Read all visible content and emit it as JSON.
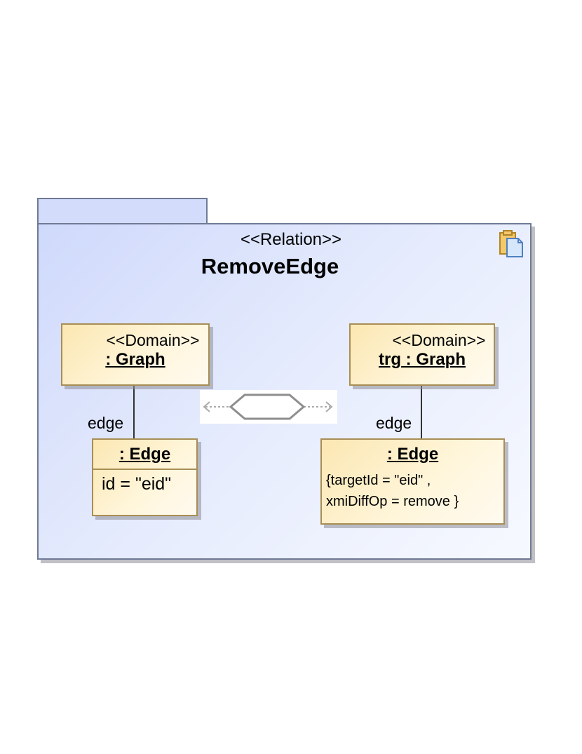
{
  "relation": {
    "stereotype": "<<Relation>>",
    "name": "RemoveEdge"
  },
  "domains": [
    {
      "stereotype": "<<Domain>>",
      "name": ": Graph"
    },
    {
      "stereotype": "<<Domain>>",
      "name": "trg : Graph"
    }
  ],
  "edges": [
    {
      "role": "edge",
      "title": ": Edge",
      "attributes": [
        "id = \"eid\""
      ]
    },
    {
      "role": "edge",
      "title": ": Edge",
      "constraint_lines": [
        "{targetId = \"eid\"  ,",
        "xmiDiffOp = remove  }"
      ]
    }
  ],
  "colors": {
    "package_fill": "#d3dcfb",
    "package_border": "#6f7a95",
    "object_fill": "#fbe7b2",
    "object_border": "#a88e55"
  },
  "icons": {
    "package": "package-icon",
    "transformation": "hexagon-transformation-icon"
  }
}
